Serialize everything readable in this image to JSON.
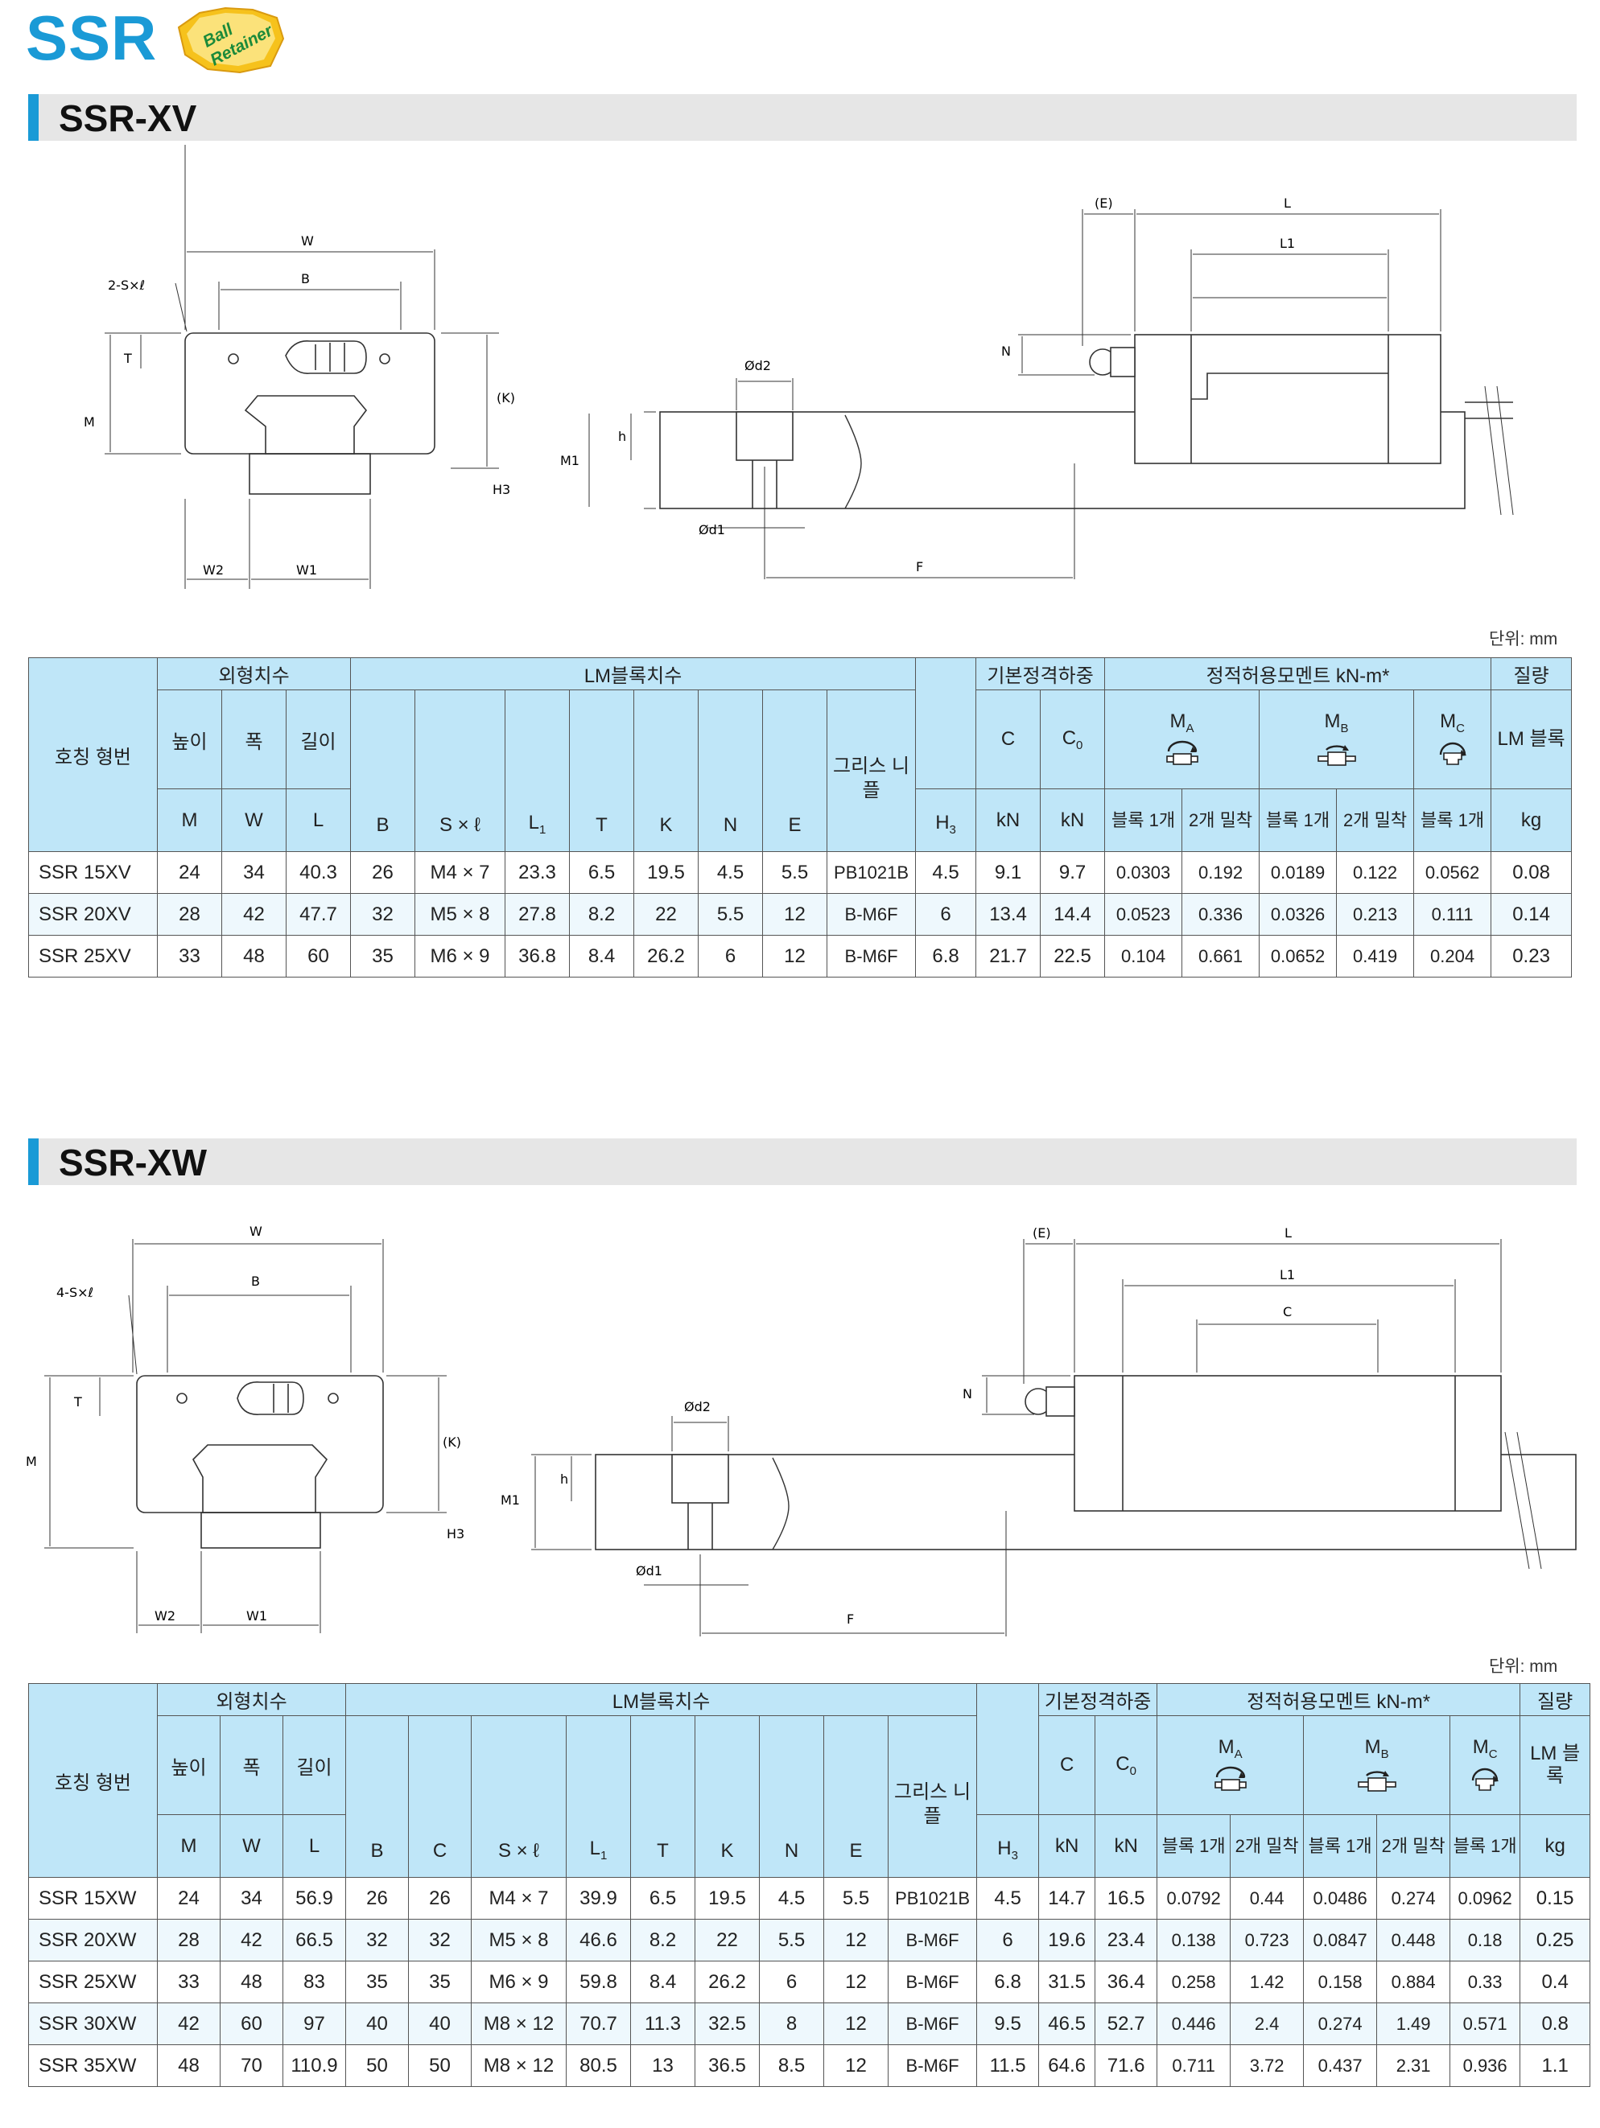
{
  "brand": {
    "title": "SSR",
    "badge_line1": "Ball",
    "badge_line2": "Retainer"
  },
  "colors": {
    "accent": "#1a9ad6",
    "header_bg": "#bfe6f8",
    "row_alt": "#eef8fd",
    "section_bg": "#e6e6e6"
  },
  "common_labels": {
    "unit": "단위: mm",
    "model": "호칭 형번",
    "outer_dim": "외형치수",
    "block_dim": "LM블록치수",
    "basic_load": "기본정격하중",
    "static_moment": "정적허용모멘트 kN-m*",
    "mass": "질량",
    "height": "높이",
    "width": "폭",
    "length": "길이",
    "grease": "그리스 니플",
    "lm_block": "LM 블록",
    "single": "블록 1개",
    "double": "2개 밀착",
    "M": "M",
    "W": "W",
    "L": "L",
    "B": "B",
    "C_dim": "C",
    "Sxl": "S × ℓ",
    "L1": "L",
    "L1_sub": "1",
    "T": "T",
    "K": "K",
    "N": "N",
    "E": "E",
    "H3": "H",
    "H3_sub": "3",
    "C_load": "C",
    "C0": "C",
    "C0_sub": "0",
    "kN": "kN",
    "kg": "kg",
    "MA": "M",
    "MA_sub": "A",
    "MB": "M",
    "MB_sub": "B",
    "MC": "M",
    "MC_sub": "C"
  },
  "xv": {
    "title": "SSR-XV",
    "diagram": {
      "W": "W",
      "B": "B",
      "Sl": "2-S×ℓ",
      "T": "T",
      "M": "M",
      "K": "(K)",
      "H3": "H3",
      "W2": "W2",
      "W1": "W1",
      "E": "(E)",
      "L": "L",
      "L1": "L1",
      "N": "N",
      "d2": "Ød2",
      "h": "h",
      "M1": "M1",
      "d1": "Ød1",
      "F": "F"
    },
    "rows": [
      {
        "model": "SSR 15XV",
        "M": "24",
        "W": "34",
        "L": "40.3",
        "B": "26",
        "Sl": "M4 × 7",
        "L1": "23.3",
        "T": "6.5",
        "K": "19.5",
        "N": "4.5",
        "E": "5.5",
        "grease": "PB1021B",
        "H3": "4.5",
        "C": "9.1",
        "C0": "9.7",
        "MA1": "0.0303",
        "MA2": "0.192",
        "MB1": "0.0189",
        "MB2": "0.122",
        "MC": "0.0562",
        "mass": "0.08"
      },
      {
        "model": "SSR 20XV",
        "M": "28",
        "W": "42",
        "L": "47.7",
        "B": "32",
        "Sl": "M5 × 8",
        "L1": "27.8",
        "T": "8.2",
        "K": "22",
        "N": "5.5",
        "E": "12",
        "grease": "B-M6F",
        "H3": "6",
        "C": "13.4",
        "C0": "14.4",
        "MA1": "0.0523",
        "MA2": "0.336",
        "MB1": "0.0326",
        "MB2": "0.213",
        "MC": "0.111",
        "mass": "0.14"
      },
      {
        "model": "SSR 25XV",
        "M": "33",
        "W": "48",
        "L": "60",
        "B": "35",
        "Sl": "M6 × 9",
        "L1": "36.8",
        "T": "8.4",
        "K": "26.2",
        "N": "6",
        "E": "12",
        "grease": "B-M6F",
        "H3": "6.8",
        "C": "21.7",
        "C0": "22.5",
        "MA1": "0.104",
        "MA2": "0.661",
        "MB1": "0.0652",
        "MB2": "0.419",
        "MC": "0.204",
        "mass": "0.23"
      }
    ]
  },
  "xw": {
    "title": "SSR-XW",
    "diagram": {
      "W": "W",
      "B": "B",
      "Sl": "4-S×ℓ",
      "T": "T",
      "M": "M",
      "K": "(K)",
      "H3": "H3",
      "W2": "W2",
      "W1": "W1",
      "E": "(E)",
      "L": "L",
      "L1": "L1",
      "C": "C",
      "N": "N",
      "d2": "Ød2",
      "h": "h",
      "M1": "M1",
      "d1": "Ød1",
      "F": "F"
    },
    "rows": [
      {
        "model": "SSR 15XW",
        "M": "24",
        "W": "34",
        "L": "56.9",
        "B": "26",
        "Cd": "26",
        "Sl": "M4 × 7",
        "L1": "39.9",
        "T": "6.5",
        "K": "19.5",
        "N": "4.5",
        "E": "5.5",
        "grease": "PB1021B",
        "H3": "4.5",
        "C": "14.7",
        "C0": "16.5",
        "MA1": "0.0792",
        "MA2": "0.44",
        "MB1": "0.0486",
        "MB2": "0.274",
        "MC": "0.0962",
        "mass": "0.15"
      },
      {
        "model": "SSR 20XW",
        "M": "28",
        "W": "42",
        "L": "66.5",
        "B": "32",
        "Cd": "32",
        "Sl": "M5 × 8",
        "L1": "46.6",
        "T": "8.2",
        "K": "22",
        "N": "5.5",
        "E": "12",
        "grease": "B-M6F",
        "H3": "6",
        "C": "19.6",
        "C0": "23.4",
        "MA1": "0.138",
        "MA2": "0.723",
        "MB1": "0.0847",
        "MB2": "0.448",
        "MC": "0.18",
        "mass": "0.25"
      },
      {
        "model": "SSR 25XW",
        "M": "33",
        "W": "48",
        "L": "83",
        "B": "35",
        "Cd": "35",
        "Sl": "M6 × 9",
        "L1": "59.8",
        "T": "8.4",
        "K": "26.2",
        "N": "6",
        "E": "12",
        "grease": "B-M6F",
        "H3": "6.8",
        "C": "31.5",
        "C0": "36.4",
        "MA1": "0.258",
        "MA2": "1.42",
        "MB1": "0.158",
        "MB2": "0.884",
        "MC": "0.33",
        "mass": "0.4"
      },
      {
        "model": "SSR 30XW",
        "M": "42",
        "W": "60",
        "L": "97",
        "B": "40",
        "Cd": "40",
        "Sl": "M8 × 12",
        "L1": "70.7",
        "T": "11.3",
        "K": "32.5",
        "N": "8",
        "E": "12",
        "grease": "B-M6F",
        "H3": "9.5",
        "C": "46.5",
        "C0": "52.7",
        "MA1": "0.446",
        "MA2": "2.4",
        "MB1": "0.274",
        "MB2": "1.49",
        "MC": "0.571",
        "mass": "0.8"
      },
      {
        "model": "SSR 35XW",
        "M": "48",
        "W": "70",
        "L": "110.9",
        "B": "50",
        "Cd": "50",
        "Sl": "M8 × 12",
        "L1": "80.5",
        "T": "13",
        "K": "36.5",
        "N": "8.5",
        "E": "12",
        "grease": "B-M6F",
        "H3": "11.5",
        "C": "64.6",
        "C0": "71.6",
        "MA1": "0.711",
        "MA2": "3.72",
        "MB1": "0.437",
        "MB2": "2.31",
        "MC": "0.936",
        "mass": "1.1"
      }
    ]
  }
}
